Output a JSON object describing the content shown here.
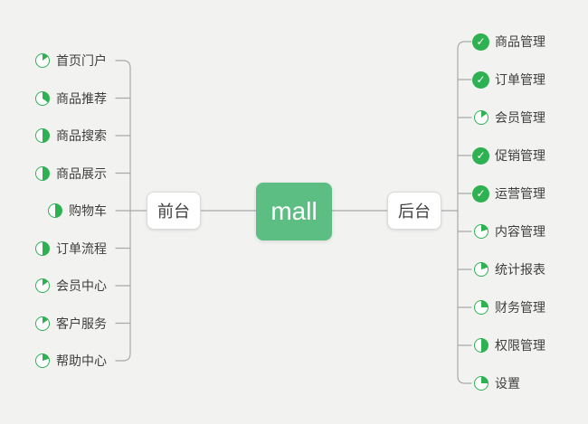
{
  "root": {
    "label": "mall"
  },
  "branches": {
    "front": {
      "label": "前台",
      "items": [
        {
          "label": "首页门户",
          "icon": "pie",
          "pie_percent": 15
        },
        {
          "label": "商品推荐",
          "icon": "pie",
          "pie_percent": 35
        },
        {
          "label": "商品搜索",
          "icon": "pie",
          "pie_percent": 50
        },
        {
          "label": "商品展示",
          "icon": "pie",
          "pie_percent": 50
        },
        {
          "label": "购物车",
          "icon": "pie",
          "pie_percent": 50
        },
        {
          "label": "订单流程",
          "icon": "pie",
          "pie_percent": 50
        },
        {
          "label": "会员中心",
          "icon": "pie",
          "pie_percent": 15
        },
        {
          "label": "客户服务",
          "icon": "pie",
          "pie_percent": 15
        },
        {
          "label": "帮助中心",
          "icon": "pie",
          "pie_percent": 20
        }
      ]
    },
    "back": {
      "label": "后台",
      "items": [
        {
          "label": "商品管理",
          "icon": "check"
        },
        {
          "label": "订单管理",
          "icon": "check"
        },
        {
          "label": "会员管理",
          "icon": "pie",
          "pie_percent": 15
        },
        {
          "label": "促销管理",
          "icon": "check"
        },
        {
          "label": "运营管理",
          "icon": "check"
        },
        {
          "label": "内容管理",
          "icon": "pie",
          "pie_percent": 20
        },
        {
          "label": "统计报表",
          "icon": "pie",
          "pie_percent": 20
        },
        {
          "label": "财务管理",
          "icon": "pie",
          "pie_percent": 25
        },
        {
          "label": "权限管理",
          "icon": "pie",
          "pie_percent": 50
        },
        {
          "label": "设置",
          "icon": "pie",
          "pie_percent": 25
        }
      ]
    }
  },
  "icons": {
    "check_glyph": "✓"
  },
  "colors": {
    "root_green": "#5cbe82",
    "icon_green": "#2eb152",
    "line_gray": "#a9a9a9",
    "background": "#f2f2f0",
    "text": "#3e3e3e"
  }
}
